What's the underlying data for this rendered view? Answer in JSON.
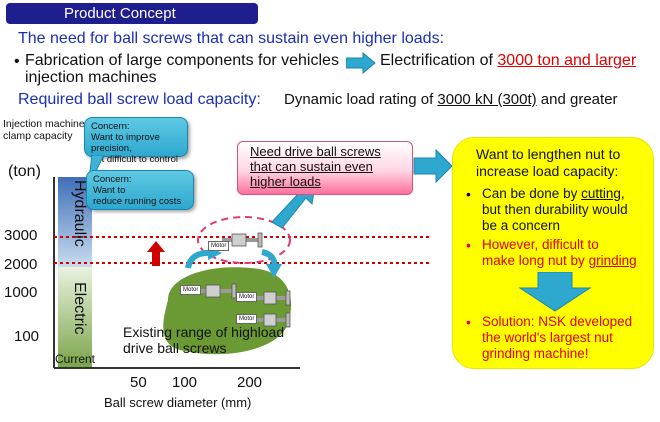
{
  "header": {
    "title": "Product Concept"
  },
  "headline": "The need for ball screws that can sustain even higher loads:",
  "fabrication": {
    "bullet": "•",
    "line1": "Fabrication of large components for vehicles",
    "line2": "injection machines",
    "result_prefix": "Electrification of ",
    "result_highlight": "3000 ton and larger"
  },
  "requirement": {
    "label": "Required ball screw load capacity:",
    "prefix": "Dynamic load rating of ",
    "value": "3000 kN (300t)",
    "suffix": " and greater"
  },
  "chart": {
    "clamp_label_1": "Injection machine",
    "clamp_label_2": "clamp capacity",
    "y_unit": "(ton)",
    "y_ticks": [
      "3000",
      "2000",
      "1000",
      "100"
    ],
    "x_ticks": [
      "50",
      "100",
      "200"
    ],
    "x_label": "Ball screw diameter (mm)",
    "hydraulic": "Hydraulic",
    "electric": "Electric",
    "current": "Current",
    "existing_1": "Existing range of highload",
    "existing_2": "drive ball screws",
    "motor_label": "Motor"
  },
  "concerns": [
    {
      "title": "Concern:",
      "lines": [
        "Want to improve precision,",
        "but difficult to control"
      ]
    },
    {
      "title": "Concern:",
      "lines": [
        "Want to",
        "reduce running costs"
      ]
    }
  ],
  "need_box": {
    "lines": [
      "Need drive ball screws",
      "that can sustain even",
      "higher loads"
    ]
  },
  "solution_box": {
    "title_1": "Want to lengthen nut to",
    "title_2": "increase load capacity:",
    "item1_pre": "Can be done by ",
    "item1_u": "cutting",
    "item1_post": ",",
    "item1_l2": "but then durability would",
    "item1_l3": "be a concern",
    "item2_l1": "However, difficult to",
    "item2_pre": "make long nut by ",
    "item2_u": "grinding",
    "item3_l1": "Solution: NSK developed",
    "item3_l2": "the world's largest nut",
    "item3_l3": "grinding machine!"
  },
  "colors": {
    "title_badge": "#1e1e8f",
    "accent_blue": "#1a2fb4",
    "highlight_red": "#e00000",
    "arrow_blue": "#2ea8cf",
    "existing_green": "#6b9a35",
    "solution_yellow": "#ffff00"
  }
}
